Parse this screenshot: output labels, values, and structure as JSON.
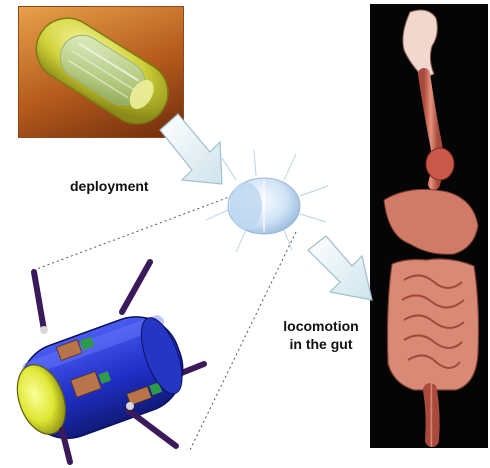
{
  "labels": {
    "deployment": "deployment",
    "locomotion_line1": "locomotion",
    "locomotion_line2": "in the gut"
  },
  "colors": {
    "capsule_background": "#c0661f",
    "capsule_shell": "#d9d94a",
    "robot_body": "#1f2bb8",
    "robot_endcap": "#e0e832",
    "legs": "#3a1a5a",
    "arrow_fill": "#e4f1f6",
    "arrow_stroke": "#9fbfcc",
    "anatomy_tissue": "#c86a5a",
    "anatomy_background": "#050505"
  }
}
